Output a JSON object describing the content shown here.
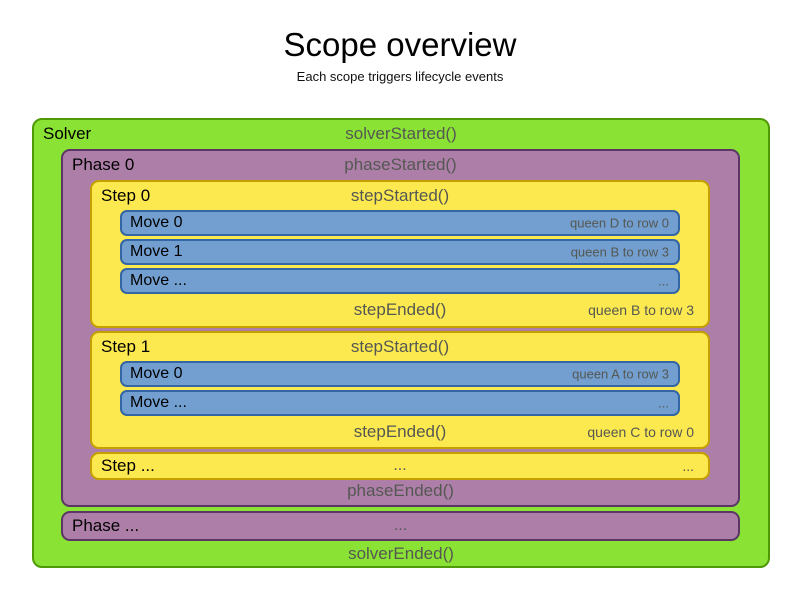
{
  "title": "Scope overview",
  "subtitle": "Each scope triggers lifecycle events",
  "colors": {
    "solver_fill": "#8ae234",
    "solver_border": "#4e9a06",
    "phase_fill": "#ad7fa8",
    "phase_border": "#5c3566",
    "step_fill": "#fce94f",
    "step_border": "#c4a000",
    "move_fill": "#729fcf",
    "move_border": "#3465a4",
    "event_text": "#555753",
    "annotation_text": "#555753"
  },
  "solver": {
    "label": "Solver",
    "started_event": "solverStarted()",
    "ended_event": "solverEnded()",
    "phases": [
      {
        "label": "Phase 0",
        "started_event": "phaseStarted()",
        "ended_event": "phaseEnded()",
        "steps": [
          {
            "label": "Step 0",
            "started_event": "stepStarted()",
            "ended_event": "stepEnded()",
            "ended_annotation": "queen B to row 3",
            "moves": [
              {
                "label": "Move 0",
                "annotation": "queen D to row 0"
              },
              {
                "label": "Move 1",
                "annotation": "queen B to row 3"
              },
              {
                "label": "Move ...",
                "annotation": "..."
              }
            ]
          },
          {
            "label": "Step 1",
            "started_event": "stepStarted()",
            "ended_event": "stepEnded()",
            "ended_annotation": "queen C to row 0",
            "moves": [
              {
                "label": "Move 0",
                "annotation": "queen A to row 3"
              },
              {
                "label": "Move ...",
                "annotation": "..."
              }
            ]
          },
          {
            "label": "Step ...",
            "center_text": "...",
            "right_text": "..."
          }
        ]
      },
      {
        "label": "Phase ...",
        "center_text": "..."
      }
    ]
  }
}
